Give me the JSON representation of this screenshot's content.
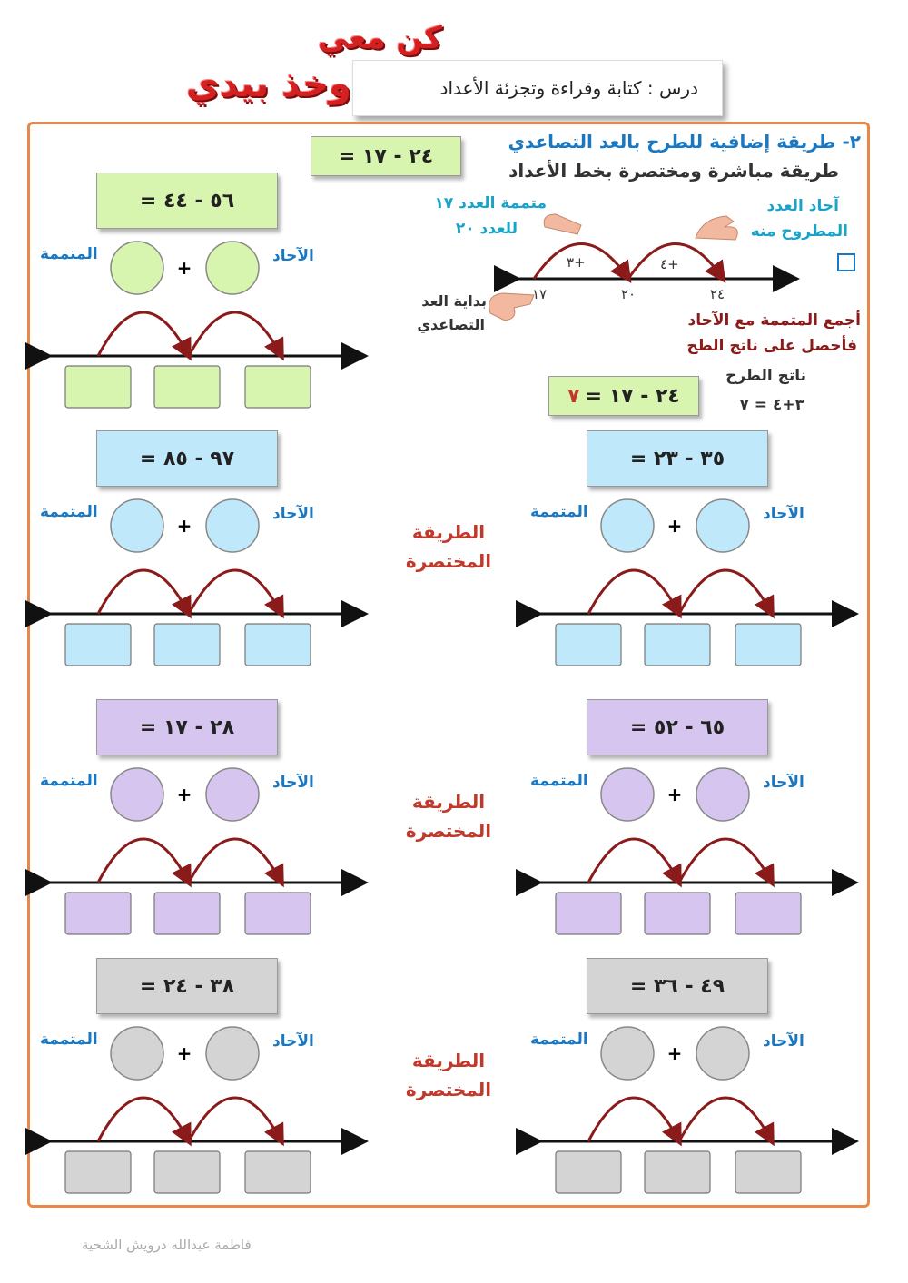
{
  "logo": {
    "line1": "كن معي",
    "line2": "وخذ بيدي"
  },
  "lesson_title": "درس : كتابة وقراءة وتجزئة الأعداد",
  "method": {
    "heading": "٢- طريقة إضافية للطرح بالعد التصاعدي",
    "subheading": "طريقة مباشرة ومختصرة بخط الأعداد",
    "equation": "٢٤ - ١٧ =",
    "units_note_1": "آحاد العدد",
    "units_note_2": "المطروح منه",
    "complement_note_1": "متممة العدد ١٧",
    "complement_note_2": "للعدد ٢٠",
    "jump_right": "+٤",
    "jump_left": "+٣",
    "tick_24": "٢٤",
    "tick_20": "٢٠",
    "tick_17": "١٧",
    "start_note_1": "بداية العد",
    "start_note_2": "التصاعدي",
    "sum_note_1": "أجمع المتممة مع الآحاد",
    "sum_note_2": "فأحصل على ناتج الطح",
    "result_label": "ناتج الطرح",
    "result_calc": "٣+٤ = ٧",
    "result_equation": "٢٤ - ١٧ =",
    "result_value": "٧"
  },
  "labels": {
    "units": "الآحاد",
    "complement": "المتممة",
    "plus": "+",
    "shortcut_1": "الطريقة",
    "shortcut_2": "المختصرة"
  },
  "exercises": [
    {
      "id": "e1",
      "equation": "٥٦ - ٤٤ =",
      "color": "#d8f5b0"
    },
    {
      "id": "e2",
      "equation": "٣٥ - ٢٣ =",
      "color": "#bfe9fa"
    },
    {
      "id": "e3",
      "equation": "٩٧ - ٨٥ =",
      "color": "#bfe9fa"
    },
    {
      "id": "e4",
      "equation": "٦٥ - ٥٢ =",
      "color": "#d6c6ef"
    },
    {
      "id": "e5",
      "equation": "٢٨ - ١٧ =",
      "color": "#d6c6ef"
    },
    {
      "id": "e6",
      "equation": "٤٩ - ٣٦ =",
      "color": "#d4d4d4"
    },
    {
      "id": "e7",
      "equation": "٣٨ - ٢٤ =",
      "color": "#d4d4d4"
    }
  ],
  "footer": "فاطمة عبدالله درويش الشحية"
}
